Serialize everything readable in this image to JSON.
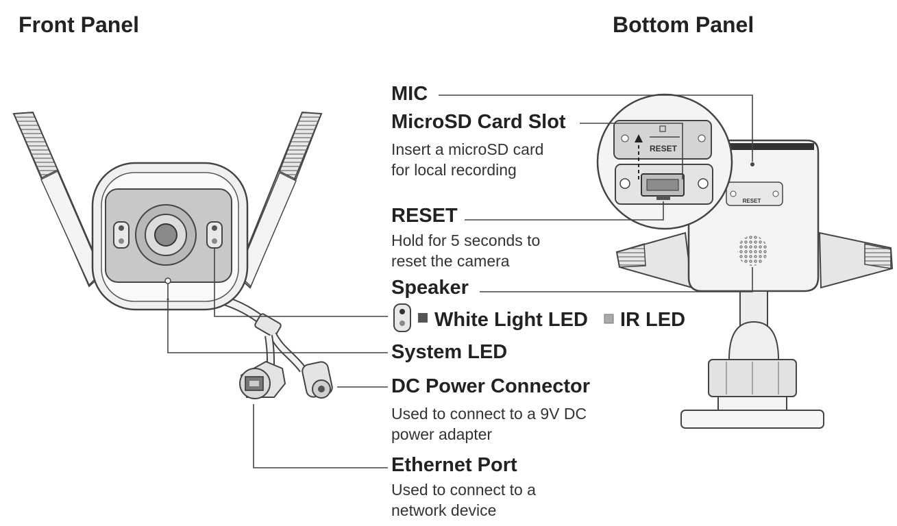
{
  "headings": {
    "front": "Front Panel",
    "bottom": "Bottom Panel"
  },
  "labels": {
    "mic": "MIC",
    "microsd": "MicroSD Card Slot",
    "microsd_desc_1": "Insert a microSD card",
    "microsd_desc_2": "for local recording",
    "reset": "RESET",
    "reset_desc_1": "Hold for 5 seconds to",
    "reset_desc_2": "reset the camera",
    "speaker": "Speaker",
    "white_led": "White Light LED",
    "ir_led": "IR LED",
    "system_led": "System LED",
    "dc_power": "DC Power Connector",
    "dc_desc_1": "Used to connect to a 9V DC",
    "dc_desc_2": "power adapter",
    "ethernet": "Ethernet Port",
    "eth_desc_1": "Used to connect to a",
    "eth_desc_2": "network device"
  },
  "device_markings": {
    "reset_text": "RESET"
  },
  "colors": {
    "ink": "#222222",
    "line": "#444444",
    "fill_light": "#f2f2f2",
    "fill_mid": "#d9d9d9",
    "fill_dark": "#9a9a9a"
  }
}
